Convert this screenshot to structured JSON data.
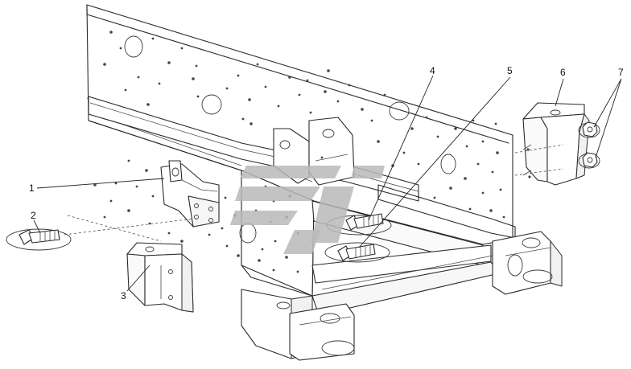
{
  "callouts": [
    {
      "id": "1",
      "label": "1"
    },
    {
      "id": "2",
      "label": "2"
    },
    {
      "id": "3",
      "label": "3"
    },
    {
      "id": "4",
      "label": "4"
    },
    {
      "id": "5",
      "label": "5"
    },
    {
      "id": "6",
      "label": "6"
    },
    {
      "id": "7",
      "label": "7"
    }
  ],
  "colors": {
    "line": "#2a2a2a",
    "watermark": "#b9b9b9",
    "background": "#ffffff"
  }
}
